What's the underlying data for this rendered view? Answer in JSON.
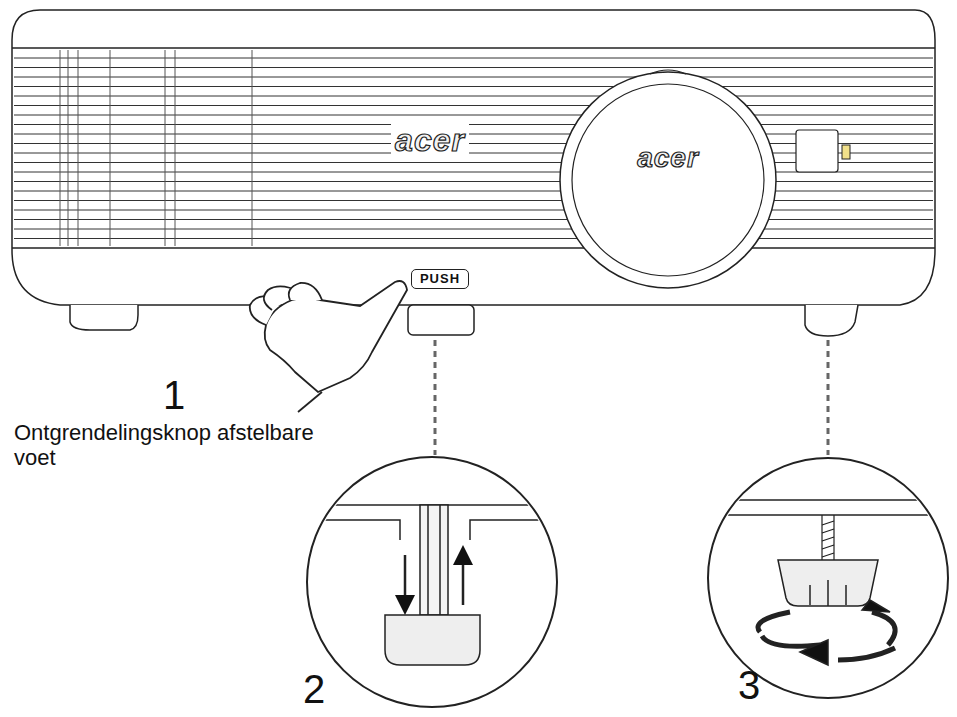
{
  "diagram": {
    "labels": [
      "acer",
      "acer",
      "PUSH",
      "1",
      "Ontgrendelingsknop afstelbare voet",
      "2",
      "3"
    ]
  }
}
